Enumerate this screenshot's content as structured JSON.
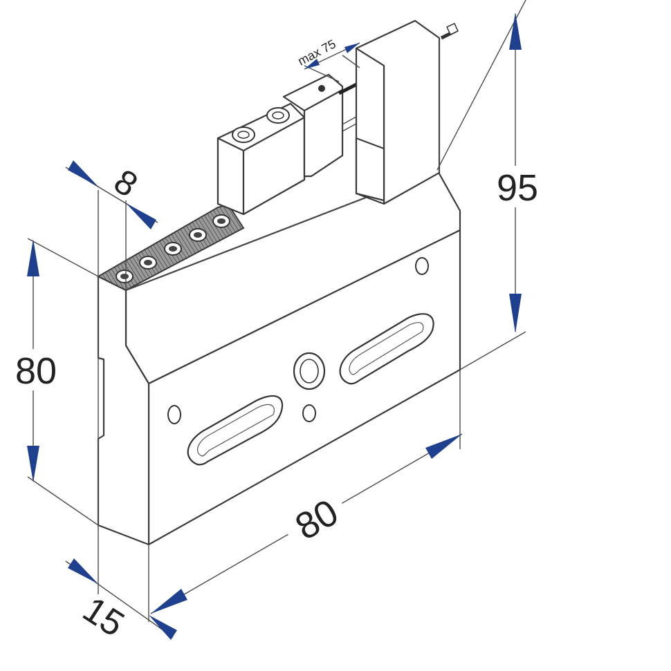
{
  "dimensions": {
    "height_total": "95",
    "height_front": "80",
    "width": "80",
    "depth": "15",
    "top_step": "8",
    "stroke": "max 75"
  },
  "colors": {
    "arrow": "#1f3f8f",
    "outline": "#3a3a3a",
    "hatch": "#6d6d6d"
  }
}
